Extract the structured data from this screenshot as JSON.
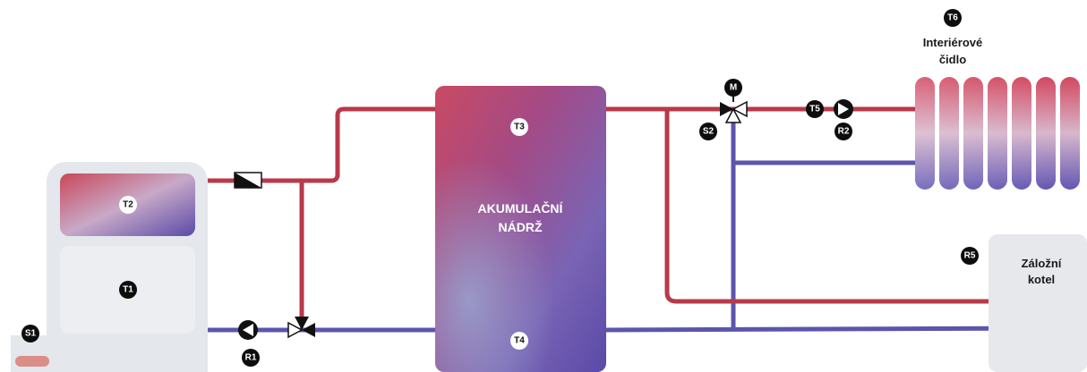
{
  "colors": {
    "supply_pipe": "#b8394a",
    "return_pipe": "#5b55ad",
    "boiler_body": "#e4e7ec",
    "boiler_panel": "#eceef1",
    "backup_boiler": "#e6e8ec",
    "badge": "#0d0d0d"
  },
  "icons": {
    "pump": "pump-icon",
    "mixing_valve": "three-way-valve-icon",
    "check_valve": "check-valve-icon",
    "motor": "motor-actuator-icon"
  },
  "badges": {
    "t1": "T1",
    "t2": "T2",
    "t3": "T3",
    "t4": "T4",
    "t5": "T5",
    "t6": "T6",
    "r1": "R1",
    "r2": "R2",
    "r5": "R5",
    "s1": "S1",
    "s2": "S2",
    "m": "M"
  },
  "tank": {
    "label_line1": "AKUMULAČNÍ",
    "label_line2": "NÁDRŽ"
  },
  "room_sensor": {
    "label_line1": "Interiérové",
    "label_line2": "čidlo"
  },
  "backup_boiler": {
    "label_line1": "Záložní",
    "label_line2": "kotel"
  }
}
